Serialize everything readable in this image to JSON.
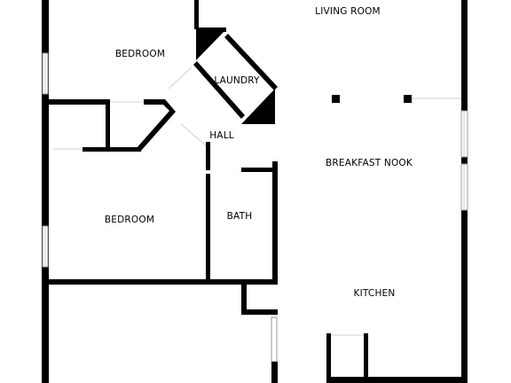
{
  "rooms": {
    "living_room": "LIVING ROOM",
    "bedroom_upper": "BEDROOM",
    "laundry": "LAUNDRY",
    "hall": "HALL",
    "breakfast_nook": "BREAKFAST NOOK",
    "bedroom_lower": "BEDROOM",
    "bath": "BATH",
    "kitchen": "KITCHEN"
  },
  "colors": {
    "wall": "#000000",
    "background": "#ffffff",
    "window_frame": "#9a9a9a"
  }
}
